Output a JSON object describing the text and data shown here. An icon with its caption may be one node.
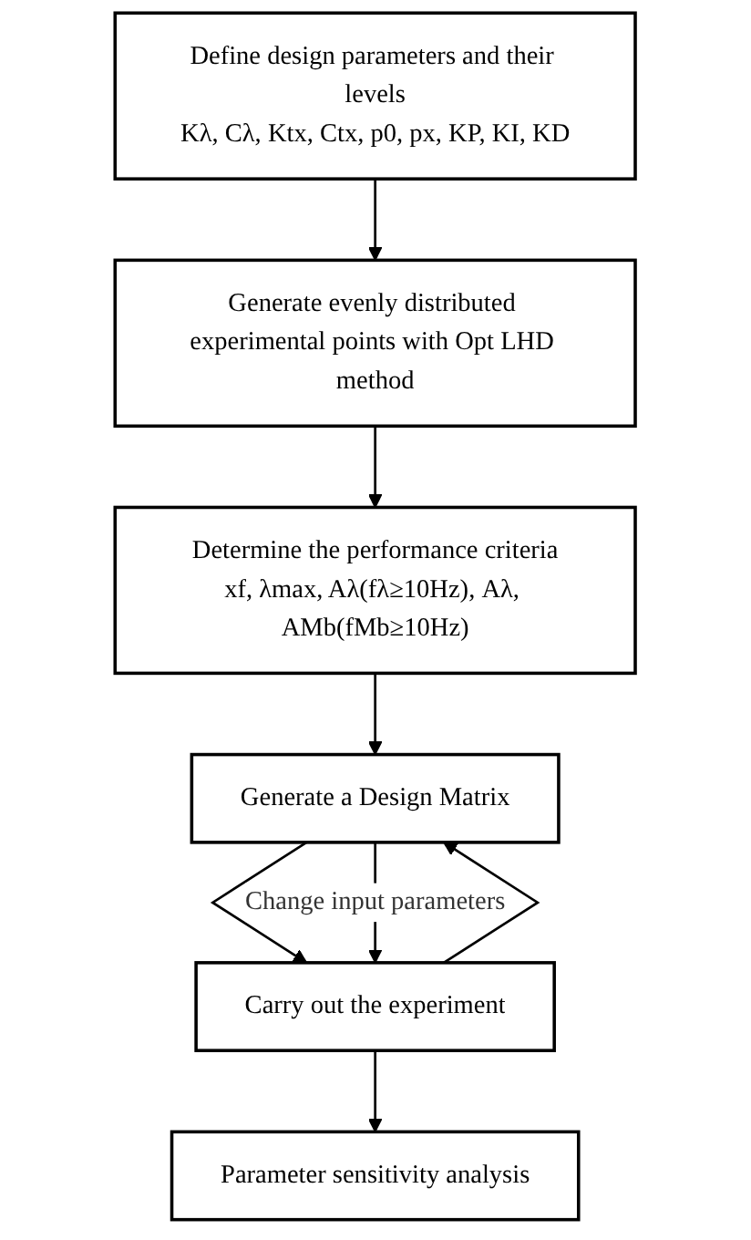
{
  "diagram": {
    "nodes": [
      {
        "text": [
          "Define design parameters and their levels",
          "Kλ, Cλ, Ktx, Ctx, p0, px, KP, KI, KD"
        ]
      },
      {
        "text": [
          "Generate evenly distributed experimental points with Opt LHD method"
        ]
      },
      {
        "text": [
          "Determine the performance criteria",
          "xf, λmax, Aλ(fλ≥10Hz), Aλ, AMb(fMb≥10Hz)"
        ]
      },
      {
        "text": [
          "Generate a Design Matrix"
        ]
      },
      {
        "text": [
          "Carry out the experiment"
        ]
      },
      {
        "text": [
          "Parameter sensitivity analysis"
        ]
      }
    ],
    "edges": [
      {
        "from": 0,
        "to": 1,
        "arrow": "to"
      },
      {
        "from": 1,
        "to": 2,
        "arrow": "to"
      },
      {
        "from": 2,
        "to": 3,
        "arrow": "to"
      },
      {
        "from": 3,
        "to": 4,
        "arrow": "to"
      },
      {
        "from": 4,
        "to": 3,
        "arrow": "to"
      },
      {
        "from": 3,
        "to": 4,
        "arrow": "to",
        "label": "Change input parameters"
      },
      {
        "from": 4,
        "to": 5,
        "arrow": "to"
      }
    ]
  }
}
